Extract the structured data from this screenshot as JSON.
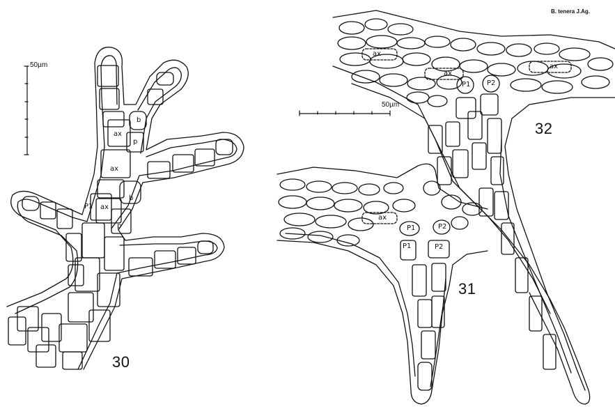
{
  "species_label": "B. tenera J.Ag.",
  "figures": [
    {
      "number": "30",
      "scale": "50µm"
    },
    {
      "number": "31"
    },
    {
      "number": "32",
      "scale": "50µm"
    }
  ],
  "cell_labels": {
    "fig30": [
      "ax",
      "ax",
      "ax",
      "b",
      "b",
      "p",
      "p",
      "P1"
    ],
    "fig31": [
      "ax",
      "P1",
      "P2",
      "P1",
      "P2"
    ],
    "fig32": [
      "ax",
      "ax",
      "ax",
      "P1",
      "P2"
    ]
  },
  "colors": {
    "ink": "#111111",
    "background": "#ffffff"
  }
}
